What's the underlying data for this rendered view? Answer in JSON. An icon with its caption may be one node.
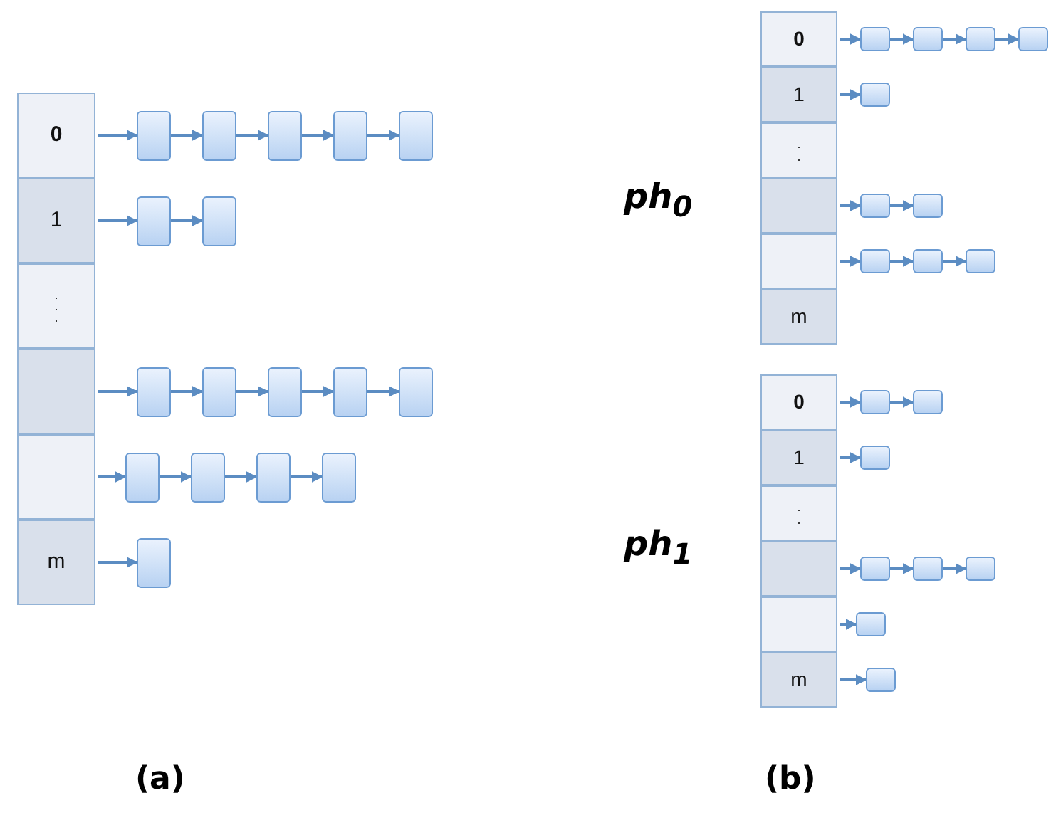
{
  "diagram": {
    "nodes": [
      {
        "text": [
          "0"
        ]
      },
      {
        "text": [
          "1"
        ]
      },
      {
        "text": [
          ". . ."
        ]
      },
      {
        "text": [],
        "shape": "box"
      },
      {
        "text": [],
        "shape": "box"
      },
      {
        "text": [
          "m"
        ]
      },
      {
        "text": [],
        "shape": "box"
      },
      {
        "text": [],
        "shape": "box"
      },
      {
        "text": [],
        "shape": "box"
      },
      {
        "text": [],
        "shape": "box"
      },
      {
        "text": [],
        "shape": "box"
      },
      {
        "text": [],
        "shape": "box"
      },
      {
        "text": [],
        "shape": "box"
      },
      {
        "text": [],
        "shape": "box"
      },
      {
        "text": [],
        "shape": "box"
      },
      {
        "text": [],
        "shape": "box"
      },
      {
        "text": [],
        "shape": "box"
      },
      {
        "text": [],
        "shape": "box"
      },
      {
        "text": [],
        "shape": "box"
      },
      {
        "text": [],
        "shape": "box"
      },
      {
        "text": [],
        "shape": "box"
      },
      {
        "text": [],
        "shape": "box"
      },
      {
        "text": [],
        "shape": "box"
      },
      {
        "text": [
          "0"
        ]
      },
      {
        "text": [
          "1"
        ]
      },
      {
        "text": [
          ". ."
        ]
      },
      {
        "text": [],
        "shape": "box"
      },
      {
        "text": [],
        "shape": "box"
      },
      {
        "text": [
          "m"
        ]
      },
      {
        "text": [],
        "shape": "box"
      },
      {
        "text": [],
        "shape": "box"
      },
      {
        "text": [],
        "shape": "box"
      },
      {
        "text": [],
        "shape": "box"
      },
      {
        "text": [],
        "shape": "box"
      },
      {
        "text": [],
        "shape": "box"
      },
      {
        "text": [],
        "shape": "box"
      },
      {
        "text": [],
        "shape": "box"
      },
      {
        "text": [],
        "shape": "box"
      },
      {
        "text": [],
        "shape": "box"
      },
      {
        "text": [
          "0"
        ]
      },
      {
        "text": [
          "1"
        ]
      },
      {
        "text": [
          ". ."
        ]
      },
      {
        "text": [],
        "shape": "box"
      },
      {
        "text": [],
        "shape": "box"
      },
      {
        "text": [
          "m"
        ]
      },
      {
        "text": [],
        "shape": "box"
      },
      {
        "text": [],
        "shape": "box"
      },
      {
        "text": [],
        "shape": "box"
      },
      {
        "text": [],
        "shape": "box"
      },
      {
        "text": [],
        "shape": "box"
      },
      {
        "text": [],
        "shape": "box"
      },
      {
        "text": [],
        "shape": "box"
      },
      {
        "text": [],
        "shape": "box"
      }
    ],
    "edges": [
      {
        "from": 0,
        "to": 6,
        "arrow": "to"
      },
      {
        "from": 6,
        "to": 7,
        "arrow": "to"
      },
      {
        "from": 7,
        "to": 8,
        "arrow": "to"
      },
      {
        "from": 8,
        "to": 9,
        "arrow": "to"
      },
      {
        "from": 9,
        "to": 10,
        "arrow": "to"
      },
      {
        "from": 1,
        "to": 11,
        "arrow": "to"
      },
      {
        "from": 11,
        "to": 12,
        "arrow": "to"
      },
      {
        "from": 3,
        "to": 13,
        "arrow": "to"
      },
      {
        "from": 13,
        "to": 14,
        "arrow": "to"
      },
      {
        "from": 14,
        "to": 15,
        "arrow": "to"
      },
      {
        "from": 15,
        "to": 16,
        "arrow": "to"
      },
      {
        "from": 16,
        "to": 17,
        "arrow": "to"
      },
      {
        "from": 4,
        "to": 18,
        "arrow": "to"
      },
      {
        "from": 18,
        "to": 19,
        "arrow": "to"
      },
      {
        "from": 19,
        "to": 20,
        "arrow": "to"
      },
      {
        "from": 20,
        "to": 21,
        "arrow": "to"
      },
      {
        "from": 5,
        "to": 22,
        "arrow": "to"
      },
      {
        "from": 23,
        "to": 29,
        "arrow": "to"
      },
      {
        "from": 29,
        "to": 30,
        "arrow": "to"
      },
      {
        "from": 30,
        "to": 31,
        "arrow": "to"
      },
      {
        "from": 31,
        "to": 32,
        "arrow": "to"
      },
      {
        "from": 24,
        "to": 33,
        "arrow": "to"
      },
      {
        "from": 26,
        "to": 34,
        "arrow": "to"
      },
      {
        "from": 34,
        "to": 35,
        "arrow": "to"
      },
      {
        "from": 27,
        "to": 36,
        "arrow": "to"
      },
      {
        "from": 36,
        "to": 37,
        "arrow": "to"
      },
      {
        "from": 37,
        "to": 38,
        "arrow": "to"
      },
      {
        "from": 39,
        "to": 45,
        "arrow": "to"
      },
      {
        "from": 45,
        "to": 46,
        "arrow": "to"
      },
      {
        "from": 40,
        "to": 47,
        "arrow": "to"
      },
      {
        "from": 42,
        "to": 48,
        "arrow": "to"
      },
      {
        "from": 48,
        "to": 49,
        "arrow": "to"
      },
      {
        "from": 49,
        "to": 50,
        "arrow": "to"
      },
      {
        "from": 43,
        "to": 51,
        "arrow": "to"
      },
      {
        "from": 44,
        "to": 52,
        "arrow": "to"
      }
    ],
    "labels": [
      "ph$_{0}$",
      "ph$_{1}$",
      "(a)",
      "(b)"
    ]
  }
}
